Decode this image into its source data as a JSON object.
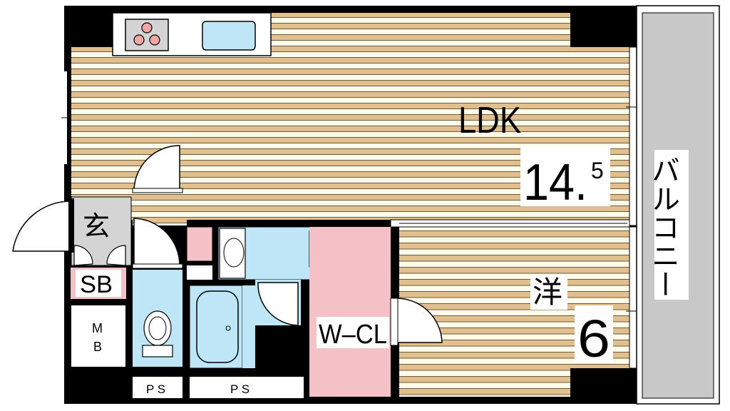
{
  "rooms": {
    "ldk": {
      "name": "LDK",
      "size_main": "14.",
      "size_sup": "5"
    },
    "western": {
      "name": "洋",
      "size": "6"
    },
    "balcony": {
      "name": "バルコニー"
    },
    "entrance": {
      "name": "玄"
    },
    "shoe_box": {
      "name": "SB"
    },
    "meter_box": {
      "name_top": "M",
      "name_bottom": "B"
    },
    "walk_in_closet": {
      "name": "W–CL"
    },
    "pipe_space_left": {
      "name": "P S"
    },
    "pipe_space_right": {
      "name": "P S"
    }
  },
  "colors": {
    "wood_dark": "#e2bf8f",
    "wood_light": "#fdfbe9",
    "wet_area": "#bfe6f6",
    "closet": "#f4c1c7",
    "balcony": "#c8c8c8",
    "wall": "#000000"
  }
}
